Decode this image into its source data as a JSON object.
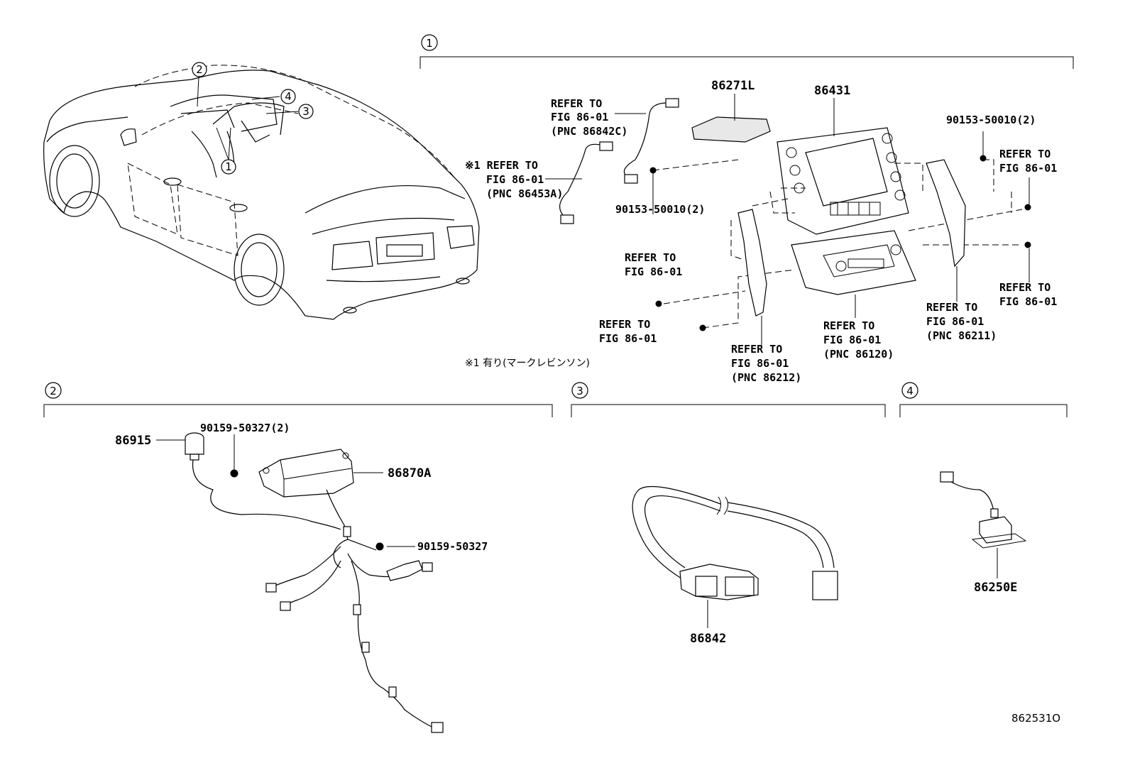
{
  "sections": [
    {
      "id": "1",
      "label": "1"
    },
    {
      "id": "2",
      "label": "2"
    },
    {
      "id": "3",
      "label": "3"
    },
    {
      "id": "4",
      "label": "4"
    }
  ],
  "car_callouts": [
    "2",
    "4",
    "3",
    "1"
  ],
  "section1": {
    "part_86271L": "86271L",
    "part_86431": "86431",
    "refer_86842c": [
      "REFER TO",
      "FIG 86-01",
      "(PNC 86842C)"
    ],
    "refer_86453a": [
      "※1 REFER TO",
      "FIG 86-01",
      "(PNC 86453A)"
    ],
    "bolt_left": "90153-50010(2)",
    "bolt_right": "90153-50010(2)",
    "refer_left_1": [
      "REFER TO",
      "FIG 86-01"
    ],
    "refer_left_2": [
      "REFER TO",
      "FIG 86-01"
    ],
    "refer_86212": [
      "REFER TO",
      "FIG 86-01",
      "(PNC 86212)"
    ],
    "refer_86120": [
      "REFER TO",
      "FIG 86-01",
      "(PNC 86120)"
    ],
    "refer_86211": [
      "REFER TO",
      "FIG 86-01",
      "(PNC 86211)"
    ],
    "refer_right_1": [
      "REFER TO",
      "FIG 86-01"
    ],
    "refer_right_2": [
      "REFER TO",
      "FIG 86-01"
    ],
    "footnote": "※1 有り(マークレビンソン)"
  },
  "section2": {
    "part_86915": "86915",
    "bolt_2": "90159-50327(2)",
    "part_86870A": "86870A",
    "bolt_1": "90159-50327"
  },
  "section3": {
    "part_86842": "86842"
  },
  "section4": {
    "part_86250E": "86250E"
  },
  "diagram_id": "862531O"
}
